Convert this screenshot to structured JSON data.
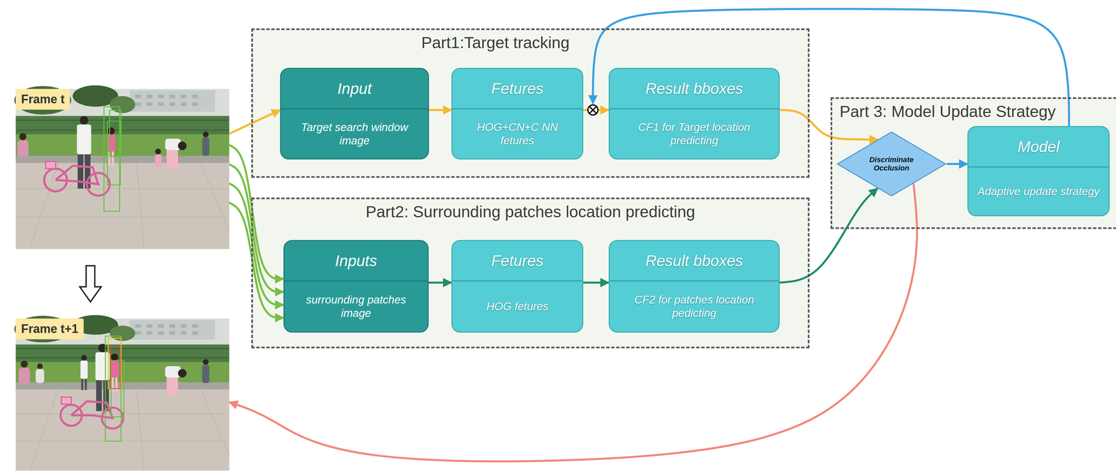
{
  "diagram": {
    "nodes": [
      {
        "text": [
          "Frame t"
        ]
      },
      {
        "text": [
          "Frame t+1"
        ]
      },
      {
        "text": [
          "Part1:Target tracking"
        ]
      },
      {
        "text": [
          "Input",
          "Target search window image"
        ],
        "in": 2
      },
      {
        "text": [
          "Fetures",
          "HOG+CN+C NN fetures"
        ],
        "in": 2
      },
      {
        "text": [
          "Result bboxes",
          "CF1 for Target location predicting"
        ],
        "in": 2
      },
      {
        "text": [
          "Part2: Surrounding patches location predicting"
        ]
      },
      {
        "text": [
          "Inputs",
          "surrounding patches image"
        ],
        "in": 6
      },
      {
        "text": [
          "Fetures",
          "HOG fetures"
        ],
        "in": 6
      },
      {
        "text": [
          "Result bboxes",
          "CF2 for patches location pedicting"
        ],
        "in": 6
      },
      {
        "text": [
          "Part 3: Model Update Strategy"
        ]
      },
      {
        "text": [
          "Discriminate Occlusion"
        ],
        "in": 10
      },
      {
        "text": [
          "Model",
          "Adaptive update strategy"
        ],
        "in": 10
      }
    ],
    "edges": [
      {
        "from": 0,
        "to": 3,
        "arrow": "to"
      },
      {
        "from": 3,
        "to": 4,
        "arrow": "to"
      },
      {
        "from": 4,
        "to": 5,
        "arrow": "to"
      },
      {
        "from": 5,
        "to": 11,
        "arrow": "to"
      },
      {
        "from": 0,
        "to": 7,
        "arrow": "to"
      },
      {
        "from": 7,
        "to": 8,
        "arrow": "to"
      },
      {
        "from": 8,
        "to": 9,
        "arrow": "to"
      },
      {
        "from": 9,
        "to": 11,
        "arrow": "to"
      },
      {
        "from": 11,
        "to": 12,
        "arrow": "to"
      },
      {
        "from": 12,
        "to": 5,
        "arrow": "to"
      },
      {
        "from": 11,
        "to": 1,
        "arrow": "to"
      },
      {
        "from": 0,
        "to": 1,
        "arrow": "to"
      }
    ]
  }
}
